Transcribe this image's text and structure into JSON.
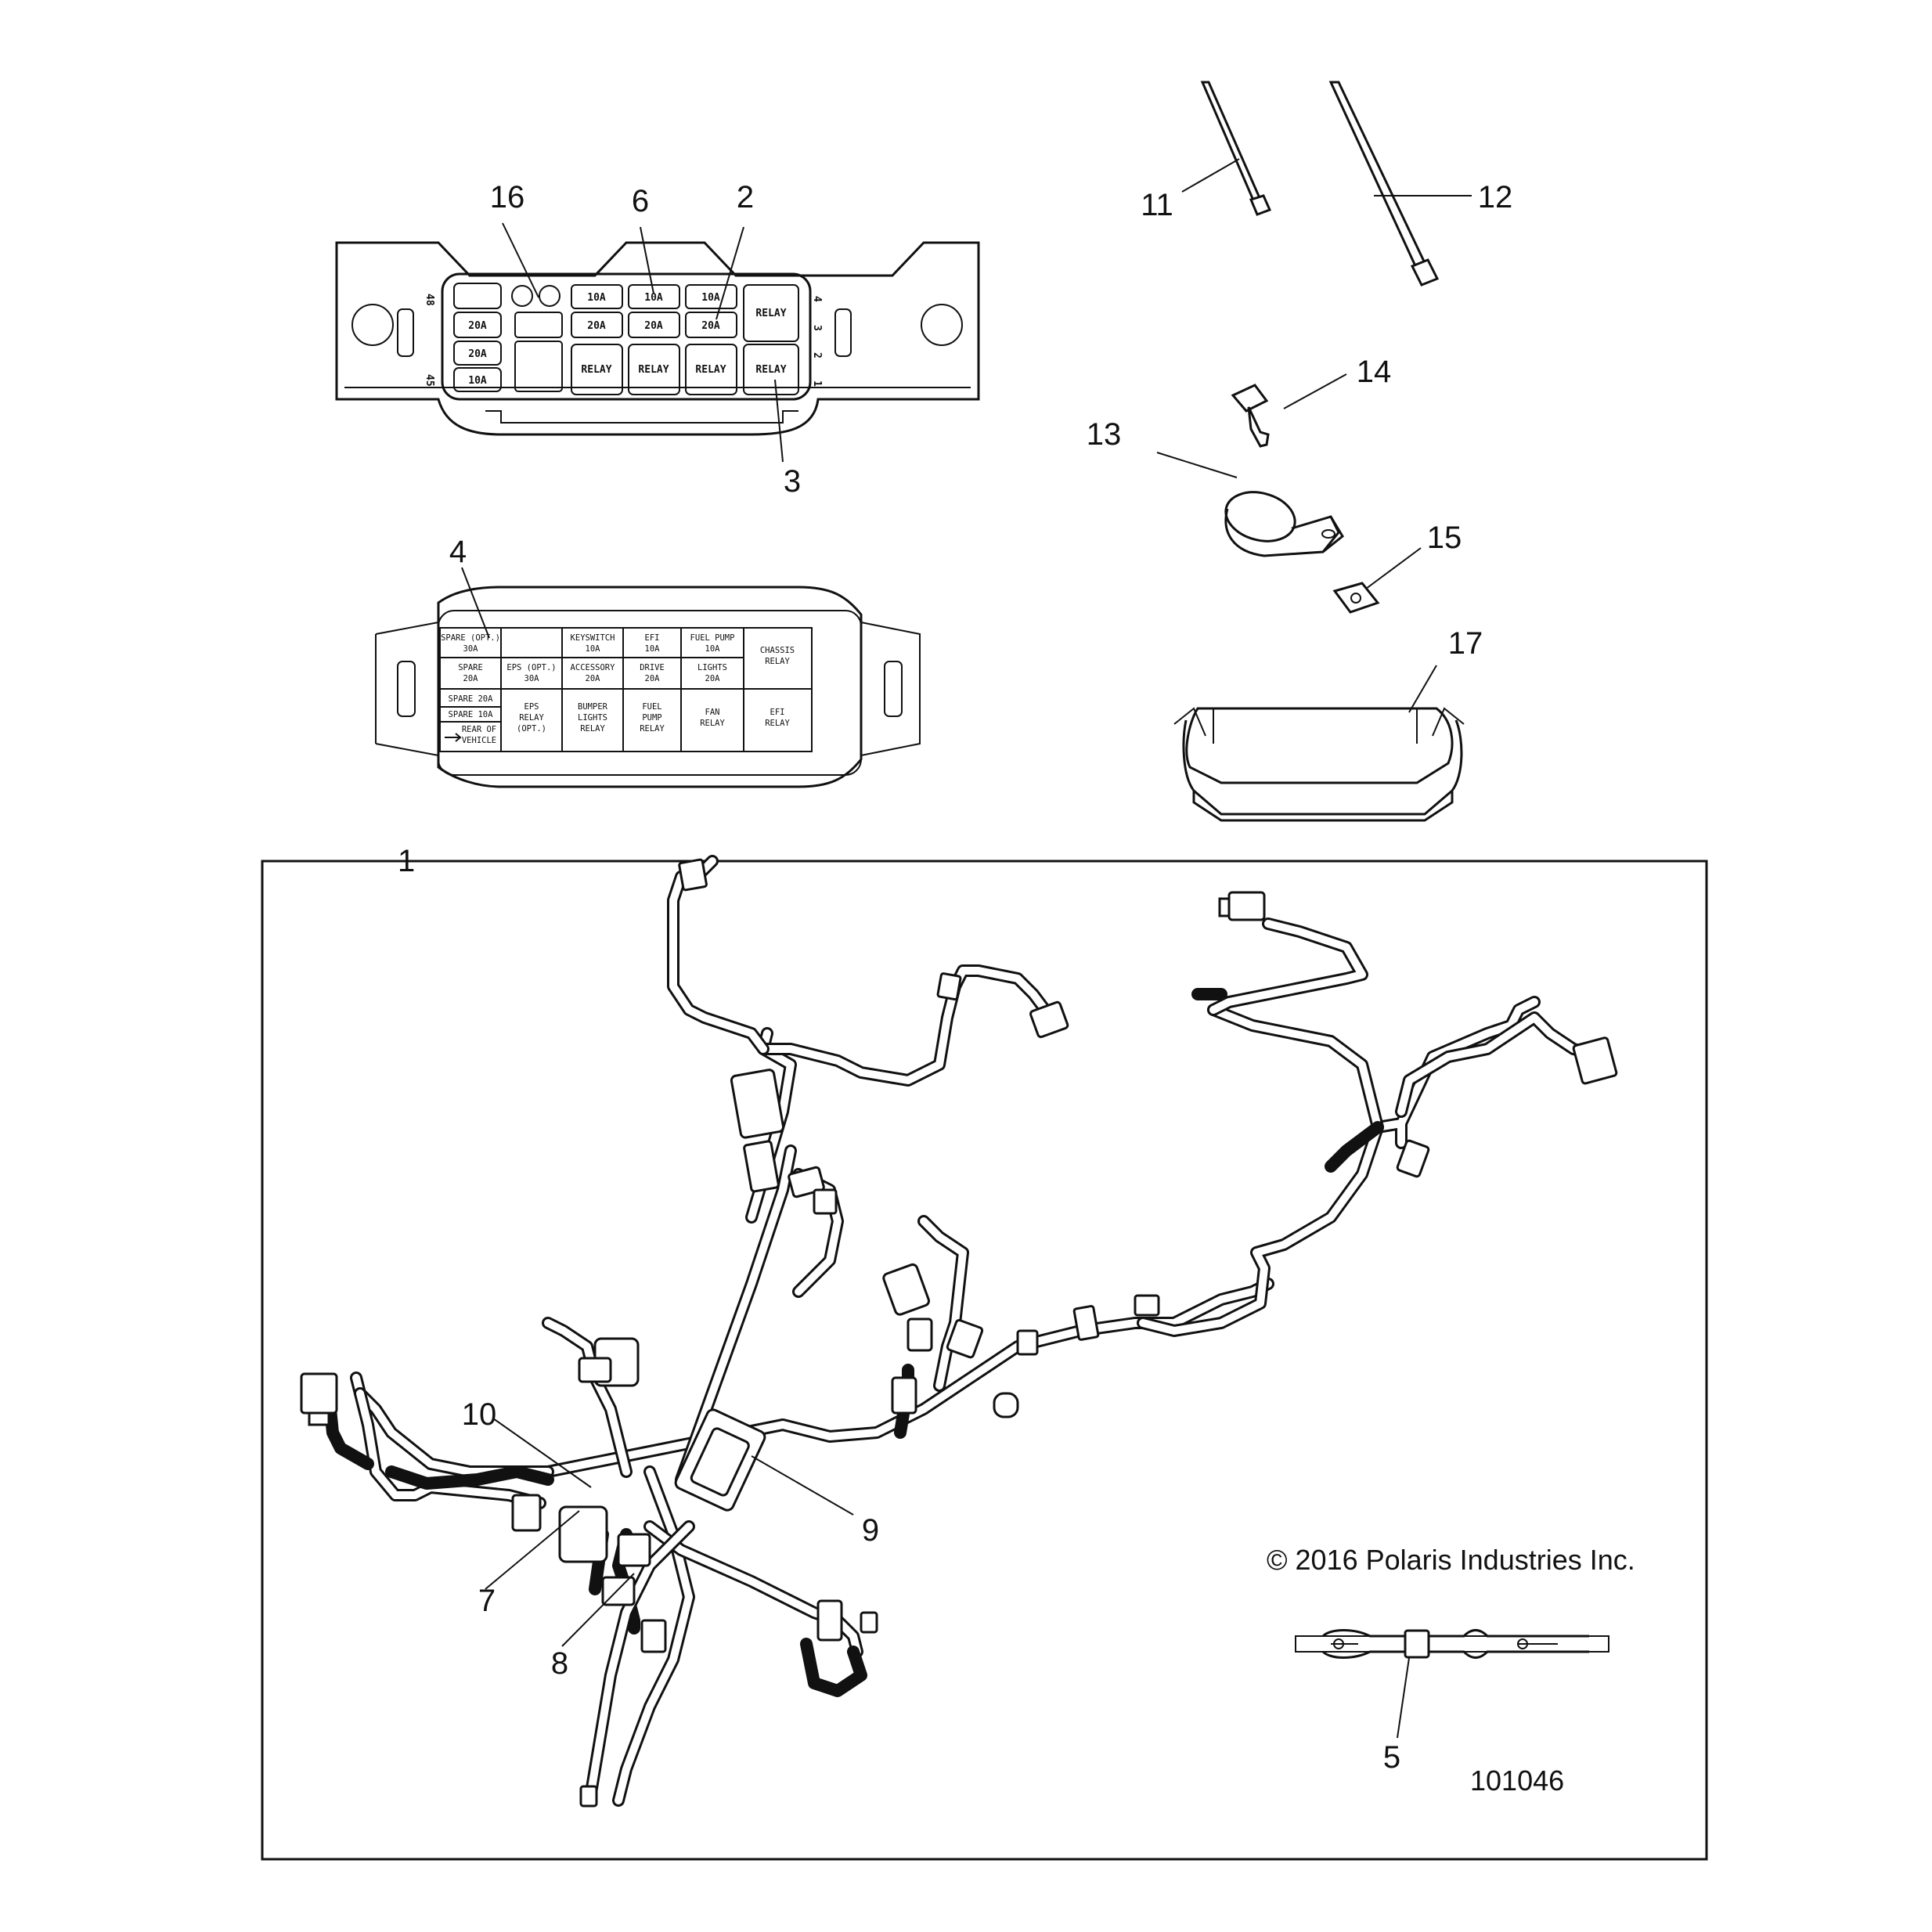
{
  "callouts": {
    "c1": "1",
    "c2": "2",
    "c3": "3",
    "c4": "4",
    "c5": "5",
    "c6": "6",
    "c7": "7",
    "c8": "8",
    "c9": "9",
    "c10": "10",
    "c11": "11",
    "c12": "12",
    "c13": "13",
    "c14": "14",
    "c15": "15",
    "c16": "16",
    "c17": "17"
  },
  "fuse_box": {
    "row4": [
      "10A",
      "10A",
      "10A",
      "RELAY"
    ],
    "row3": [
      "20A",
      "20A",
      "20A",
      "20A"
    ],
    "row2_left": "20A",
    "row1_left": "10A",
    "relays": [
      "RELAY",
      "RELAY",
      "RELAY",
      "RELAY"
    ],
    "row_numbers": [
      "4",
      "3",
      "2",
      "1"
    ],
    "side_top": "48",
    "side_bottom": "45"
  },
  "label_cover": {
    "cells": {
      "spare30": [
        "SPARE (OPT.)",
        "30A"
      ],
      "spare20a": [
        "SPARE",
        "20A"
      ],
      "eps30": [
        "EPS (OPT.)",
        "30A"
      ],
      "spare20b": "SPARE 20A",
      "spare10": "SPARE 10A",
      "rear": [
        "REAR OF",
        "VEHICLE"
      ],
      "epsrelay": [
        "EPS",
        "RELAY",
        "(OPT.)"
      ],
      "keyswitch": [
        "KEYSWITCH",
        "10A"
      ],
      "accessory": [
        "ACCESSORY",
        "20A"
      ],
      "bumper": [
        "BUMPER",
        "LIGHTS",
        "RELAY"
      ],
      "efi10": [
        "EFI",
        "10A"
      ],
      "drive20": [
        "DRIVE",
        "20A"
      ],
      "fuelpumprelay": [
        "FUEL",
        "PUMP",
        "RELAY"
      ],
      "fuelpump10": [
        "FUEL PUMP",
        "10A"
      ],
      "lights20": [
        "LIGHTS",
        "20A"
      ],
      "fanrelay": [
        "FAN",
        "RELAY"
      ],
      "chassis": [
        "CHASSIS",
        "RELAY"
      ],
      "efirelay": [
        "EFI",
        "RELAY"
      ]
    }
  },
  "copyright": "© 2016 Polaris Industries Inc.",
  "diagram_id": "101046"
}
